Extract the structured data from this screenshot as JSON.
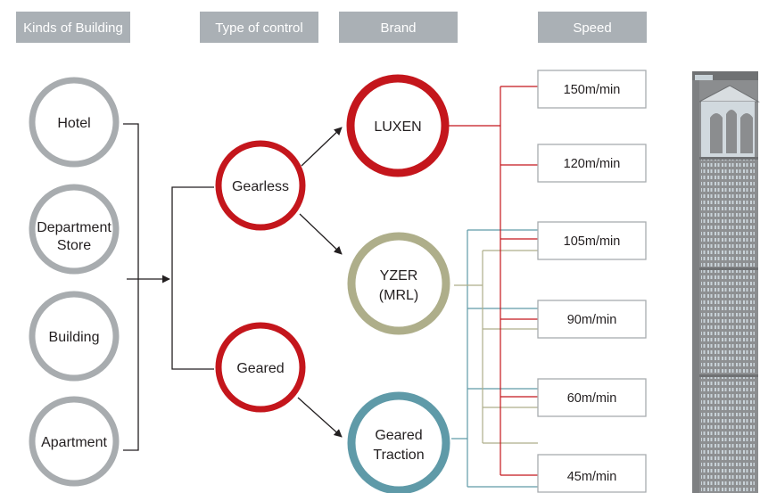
{
  "headers": {
    "kinds": "Kinds of Building",
    "control": "Type of control",
    "brand": "Brand",
    "speed": "Speed"
  },
  "buildings": {
    "hotel": "Hotel",
    "dept_line1": "Department",
    "dept_line2": "Store",
    "building": "Building",
    "apartment": "Apartment"
  },
  "controls": {
    "gearless": "Gearless",
    "geared": "Geared"
  },
  "brands": {
    "luxen": "LUXEN",
    "yzer_line1": "YZER",
    "yzer_line2": "(MRL)",
    "geared_line1": "Geared",
    "geared_line2": "Traction"
  },
  "speeds": {
    "s150": "150m/min",
    "s120": "120m/min",
    "s105": "105m/min",
    "s90": "90m/min",
    "s60": "60m/min",
    "s45": "45m/min"
  },
  "colors": {
    "header_bg": "#aab0b5",
    "building_ring": "#a8acaf",
    "red": "#c4161c",
    "olive": "#aeae8a",
    "teal": "#5f9aa8",
    "connector": "#231f20",
    "speed_box_border": "#a8acaf",
    "tower": "#8b8d8f"
  }
}
